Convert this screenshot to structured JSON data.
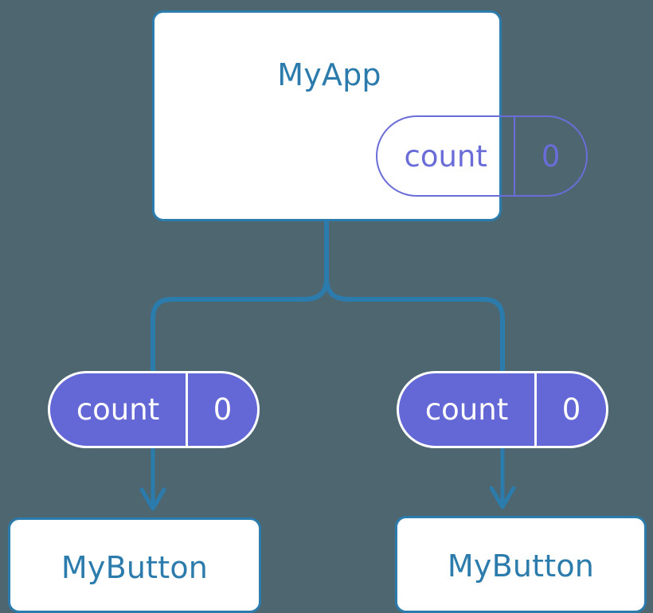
{
  "diagram": {
    "title_text": "MyApp",
    "background_color": "#4d6670",
    "connector_color": "#2b7cad",
    "component_border_color": "#2b7cad",
    "component_fill_color": "#ffffff",
    "state_accent_color": "#6467d6",
    "state_outline_color": "#6a6dd8"
  },
  "root": {
    "name": "MyApp",
    "state": {
      "key": "count",
      "value": "0"
    }
  },
  "branches": [
    {
      "side": "left",
      "state": {
        "key": "count",
        "value": "0"
      },
      "component": {
        "name": "MyButton"
      }
    },
    {
      "side": "right",
      "state": {
        "key": "count",
        "value": "0"
      },
      "component": {
        "name": "MyButton"
      }
    }
  ]
}
